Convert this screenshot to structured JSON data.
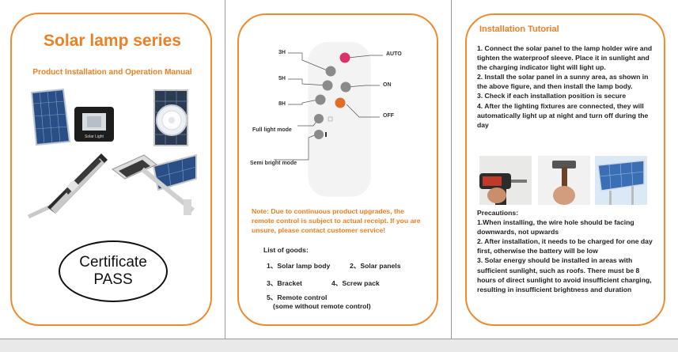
{
  "panel1": {
    "title": "Solar lamp series",
    "subtitle": "Product Installation and Operation Manual",
    "certificate": {
      "line1": "Certificate",
      "line2": "PASS"
    }
  },
  "panel2": {
    "remote_labels": {
      "h3": "3H",
      "h5": "5H",
      "h8": "8H",
      "auto": "AUTO",
      "on": "ON",
      "off": "OFF",
      "full": "Full light mode",
      "semi": "Semi bright mode"
    },
    "note": "Note: Due to continuous product upgrades, the remote control is subject to actual receipt. If you are unsure, please contact customer service!",
    "goods_title": "List of goods:",
    "goods": [
      "1、Solar lamp body",
      "2、Solar panels",
      "3、Bracket",
      "4、Screw pack",
      "5、Remote control",
      "(some without remote control)"
    ]
  },
  "panel3": {
    "title": "Installation Tutorial",
    "steps": "1. Connect the solar panel to the lamp holder wire and tighten the waterproof sleeve. Place it in sunlight and the charging indicator light will light up.\n2. Install the solar panel in a sunny area, as shown in the above figure, and then install the lamp body.\n3. Check if each installation position is secure\n4. After the lighting fixtures are connected, they will automatically light up at night and turn off during the day",
    "precautions": "Precautions:\n1.When installing, the wire hole should be facing downwards, not upwards\n2. After installation, it needs to be charged for one day first, otherwise the battery will be low\n3. Solar energy should be installed in areas with sufficient sunlight, such as roofs. There must be 8 hours of direct sunlight to avoid insufficient charging, resulting in insufficient brightness and duration"
  },
  "colors": {
    "accent": "#ee7f24",
    "border": "#f08a2e",
    "button": "#9a9a9a",
    "auto_button": "#d9336a"
  }
}
